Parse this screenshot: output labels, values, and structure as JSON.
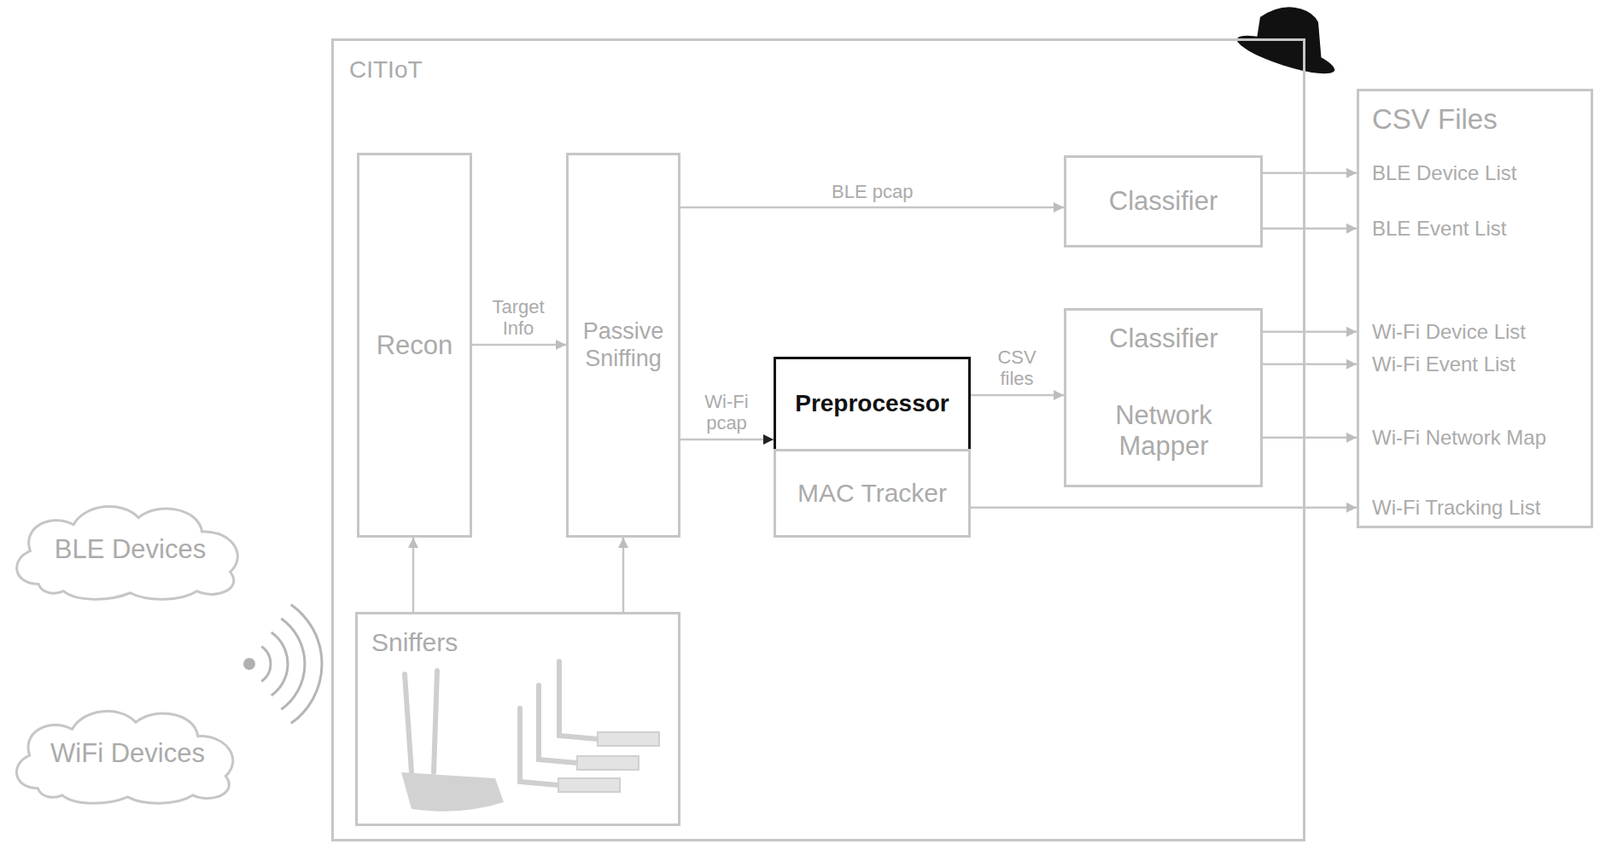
{
  "diagram": {
    "nodes": [
      {
        "text": [
          "CITIoT"
        ]
      },
      {
        "text": [
          "Recon"
        ],
        "in": 0
      },
      {
        "text": [
          "Passive Sniffing"
        ],
        "in": 0
      },
      {
        "text": [
          "Preprocessor"
        ],
        "in": 0
      },
      {
        "text": [
          "MAC Tracker"
        ],
        "in": 0
      },
      {
        "text": [
          "Classifier"
        ],
        "in": 0
      },
      {
        "text": [
          "Classifier",
          "Network Mapper"
        ],
        "in": 0
      },
      {
        "text": [
          "Sniffers"
        ],
        "in": 0
      },
      {
        "text": [
          "CSV Files",
          "BLE Device List",
          "BLE Event List",
          "Wi-Fi Device List",
          "Wi-Fi Event List",
          "Wi-Fi Network Map",
          "Wi-Fi Tracking List"
        ]
      },
      {
        "text": [
          "BLE Devices"
        ]
      },
      {
        "text": [
          "WiFi Devices"
        ]
      }
    ],
    "edges": [
      {
        "from": 1,
        "to": 2,
        "arrow": "to",
        "label": "Target Info"
      },
      {
        "from": 7,
        "to": 1,
        "arrow": "to"
      },
      {
        "from": 7,
        "to": 2,
        "arrow": "to"
      },
      {
        "from": 2,
        "to": 5,
        "arrow": "to",
        "label": "BLE pcap"
      },
      {
        "from": 2,
        "to": 3,
        "arrow": "to",
        "label": "Wi-Fi pcap"
      },
      {
        "from": 3,
        "to": 6,
        "arrow": "to",
        "label": "CSV files"
      },
      {
        "from": 5,
        "to": 8,
        "arrow": "to"
      },
      {
        "from": 5,
        "to": 8,
        "arrow": "to"
      },
      {
        "from": 6,
        "to": 8,
        "arrow": "to"
      },
      {
        "from": 6,
        "to": 8,
        "arrow": "to"
      },
      {
        "from": 6,
        "to": 8,
        "arrow": "to"
      },
      {
        "from": 4,
        "to": 8,
        "arrow": "to"
      }
    ]
  }
}
